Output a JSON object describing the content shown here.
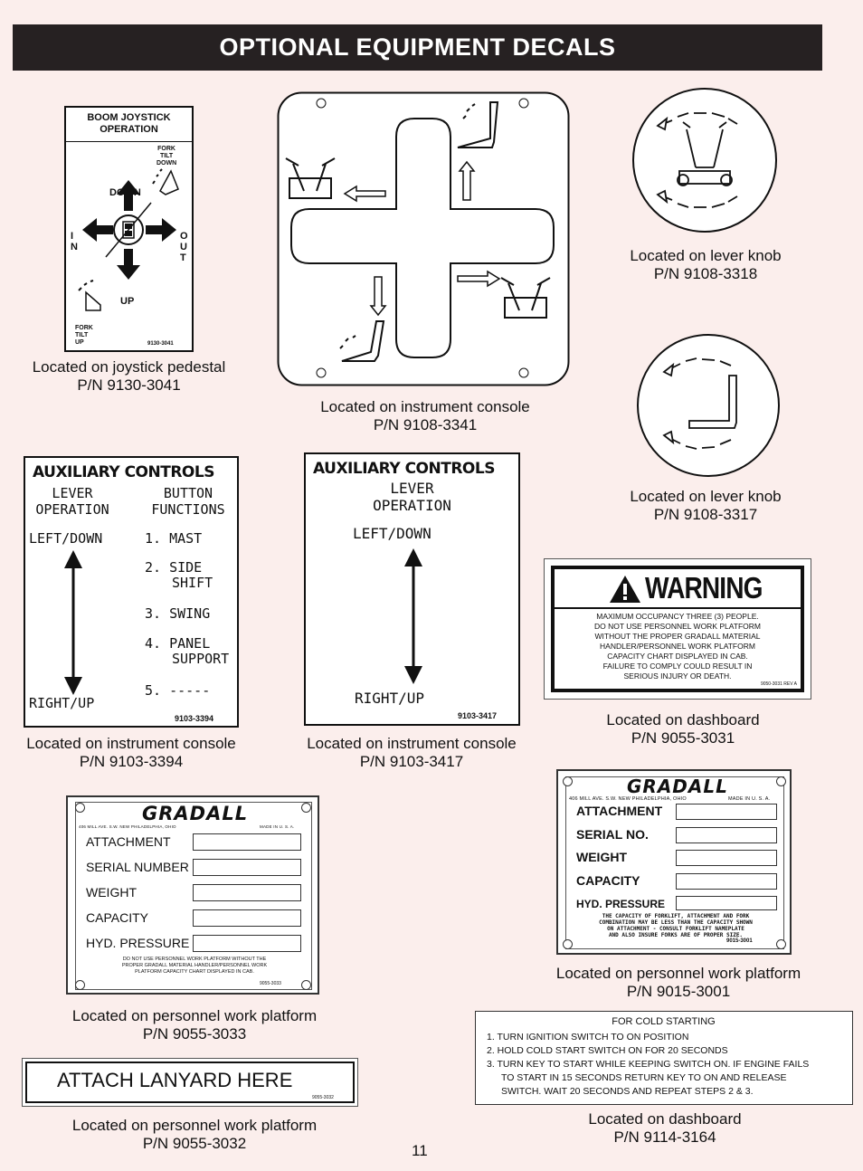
{
  "page_title": "OPTIONAL EQUIPMENT DECALS",
  "page_number": "11",
  "decal_joystick": {
    "title_line1": "BOOM JOYSTICK",
    "title_line2": "OPERATION",
    "fork_tilt_down": [
      "FORK",
      "TILT",
      "DOWN"
    ],
    "down": "DOWN",
    "up": "UP",
    "in_letters": [
      "I",
      "N"
    ],
    "out_letters": [
      "O",
      "U",
      "T"
    ],
    "fork_tilt_up": [
      "FORK",
      "TILT",
      "UP"
    ],
    "part_number": "9130-3041",
    "caption_line1": "Located on joystick pedestal",
    "caption_line2": "P/N 9130-3041"
  },
  "decal_console": {
    "caption_line1": "Located on instrument console",
    "caption_line2": "P/N 9108-3341"
  },
  "decal_knob1": {
    "caption_line1": "Located on lever knob",
    "caption_line2": "P/N 9108-3318"
  },
  "decal_knob2": {
    "caption_line1": "Located on lever knob",
    "caption_line2": "P/N 9108-3317"
  },
  "decal_aux1": {
    "title": "AUXILIARY CONTROLS",
    "col1_line1": "LEVER",
    "col1_line2": "OPERATION",
    "col2_line1": "BUTTON",
    "col2_line2": "FUNCTIONS",
    "left_down": "LEFT/DOWN",
    "right_up": "RIGHT/UP",
    "functions": [
      "1. MAST",
      "2. SIDE",
      "SHIFT",
      "3. SWING",
      "4. PANEL",
      "SUPPORT",
      "5. -----"
    ],
    "part_number": "9103-3394",
    "caption_line1": "Located on instrument console",
    "caption_line2": "P/N 9103-3394"
  },
  "decal_aux2": {
    "title": "AUXILIARY CONTROLS",
    "line1": "LEVER",
    "line2": "OPERATION",
    "left_down": "LEFT/DOWN",
    "right_up": "RIGHT/UP",
    "part_number": "9103-3417",
    "caption_line1": "Located on instrument console",
    "caption_line2": "P/N 9103-3417"
  },
  "decal_warning": {
    "heading": "WARNING",
    "text_lines": [
      "MAXIMUM OCCUPANCY THREE (3) PEOPLE.",
      "DO NOT USE PERSONNEL WORK PLATFORM",
      "WITHOUT THE PROPER GRADALL MATERIAL",
      "HANDLER/PERSONNEL WORK PLATFORM",
      "CAPACITY CHART DISPLAYED IN CAB.",
      "FAILURE TO COMPLY COULD RESULT IN",
      "SERIOUS INJURY OR DEATH."
    ],
    "part_number": "9050-3031 REV A",
    "caption_line1": "Located on dashboard",
    "caption_line2": "P/N 9055-3031"
  },
  "decal_plate_left": {
    "logo": "GRADALL",
    "address": "406 MILL AVE. S.W. NEW PHILADELPHIA, OHIO",
    "made_in": "MADE IN U. S. A.",
    "fields": [
      "ATTACHMENT",
      "SERIAL NUMBER",
      "WEIGHT",
      "CAPACITY",
      "HYD. PRESSURE"
    ],
    "note_lines": [
      "DO NOT USE PERSONNEL WORK PLATFORM WITHOUT THE",
      "PROPER GRADALL MATERIAL HANDLER/PERSONNEL WORK",
      "PLATFORM CAPACITY CHART DISPLAYED IN CAB."
    ],
    "part_number": "9055-3033",
    "caption_line1": "Located on personnel work platform",
    "caption_line2": "P/N 9055-3033"
  },
  "decal_plate_right": {
    "logo": "GRADALL",
    "address": "406 MILL AVE. S.W. NEW PHILADELPHIA, OHIO",
    "made_in": "MADE IN U. S. A.",
    "fields": [
      "ATTACHMENT",
      "SERIAL NO.",
      "WEIGHT",
      "CAPACITY",
      "HYD. PRESSURE"
    ],
    "note_lines": [
      "THE CAPACITY OF FORKLIFT, ATTACHMENT AND FORK",
      "COMBINATION MAY BE LESS THAN THE CAPACITY SHOWN",
      "ON ATTACHMENT - CONSULT FORKLIFT NAMEPLATE",
      "AND ALSO INSURE FORKS ARE OF PROPER SIZE."
    ],
    "part_number": "9015-3001",
    "caption_line1": "Located on personnel work platform",
    "caption_line2": "P/N 9015-3001"
  },
  "decal_lanyard": {
    "text": "ATTACH LANYARD HERE",
    "part_number": "9055-3032",
    "caption_line1": "Located on personnel work platform",
    "caption_line2": "P/N 9055-3032"
  },
  "decal_cold": {
    "heading": "FOR COLD STARTING",
    "lines": [
      "1. TURN IGNITION SWITCH TO ON POSITION",
      "2. HOLD COLD START SWITCH ON FOR 20 SECONDS",
      "3. TURN KEY TO START WHILE KEEPING SWITCH ON. IF ENGINE FAILS",
      "TO START IN 15 SECONDS RETURN KEY TO ON AND RELEASE",
      "SWITCH. WAIT 20 SECONDS AND REPEAT STEPS 2 & 3."
    ],
    "caption_line1": "Located on dashboard",
    "caption_line2": "P/N 9114-3164"
  }
}
